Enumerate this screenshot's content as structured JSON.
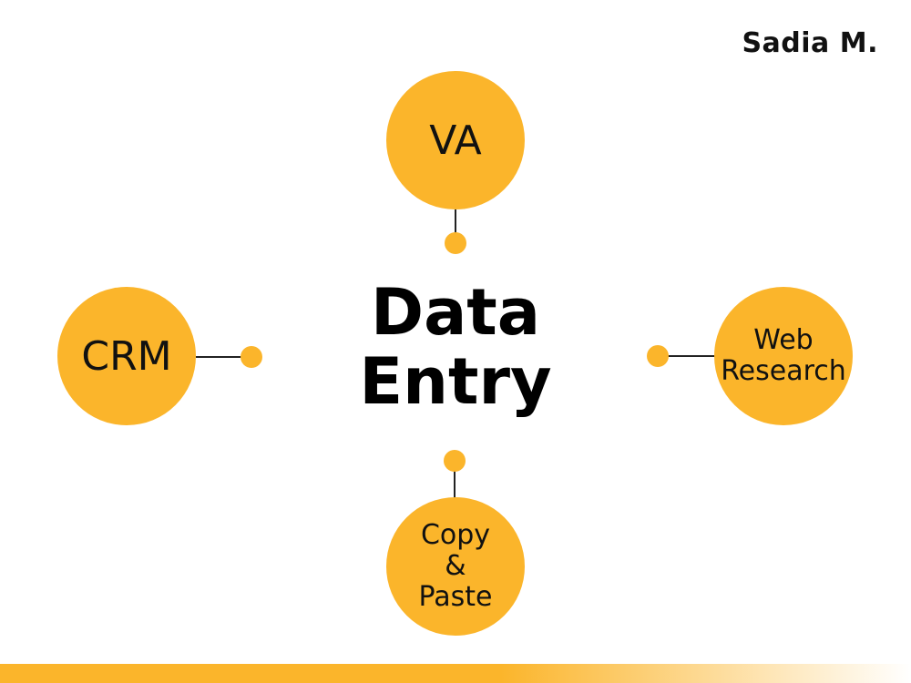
{
  "author": "Sadia M.",
  "center": {
    "line1": "Data",
    "line2": "Entry"
  },
  "nodes": {
    "va": {
      "label": "VA"
    },
    "crm": {
      "label": "CRM"
    },
    "web": {
      "line1": "Web",
      "line2": "Research"
    },
    "copy": {
      "line1": "Copy",
      "line2": "&",
      "line3": "Paste"
    }
  },
  "colors": {
    "accent": "#fbb52b",
    "bar_fade": "#ffffff"
  }
}
